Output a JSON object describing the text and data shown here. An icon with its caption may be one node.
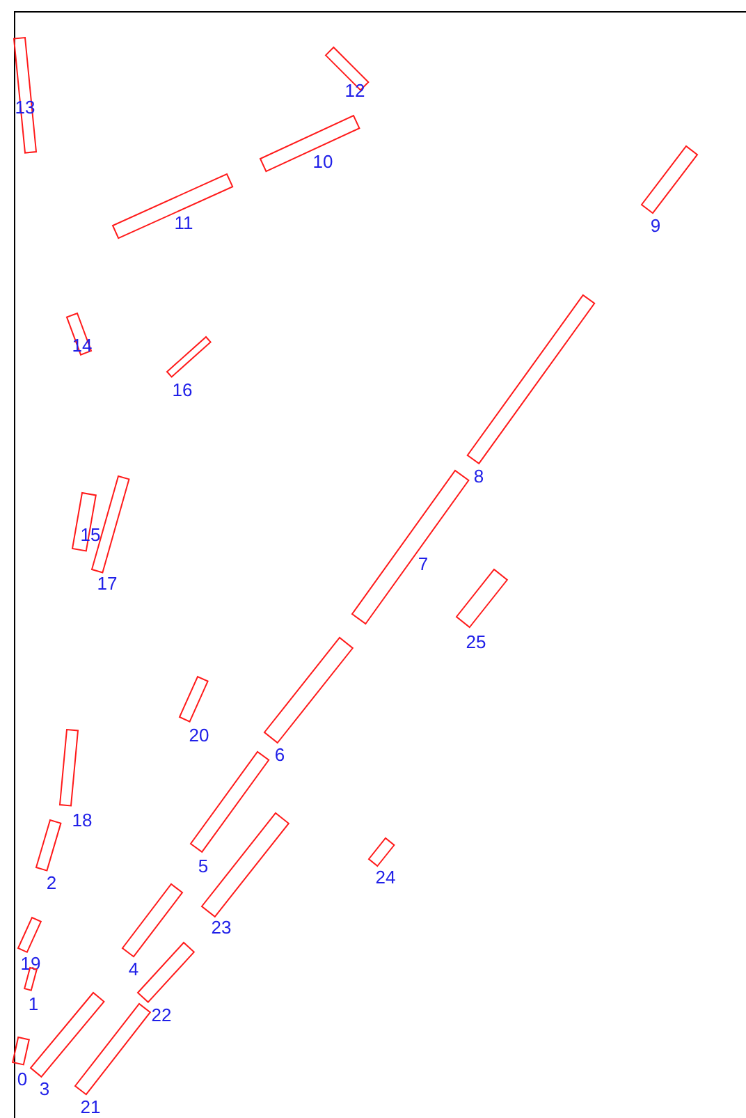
{
  "diagram": {
    "nodes": [
      {
        "text": [
          "13"
        ]
      },
      {
        "text": [
          "12"
        ]
      },
      {
        "text": [
          "10"
        ]
      },
      {
        "text": [
          "9"
        ]
      },
      {
        "text": [
          "11"
        ]
      },
      {
        "text": [
          "14"
        ]
      },
      {
        "text": [
          "16"
        ]
      },
      {
        "text": [
          "8"
        ]
      },
      {
        "text": [
          "7"
        ]
      },
      {
        "text": [
          "17"
        ]
      },
      {
        "text": [
          "15"
        ]
      },
      {
        "text": [
          "25"
        ]
      },
      {
        "text": [
          "20"
        ]
      },
      {
        "text": [
          "6"
        ]
      },
      {
        "text": [
          "18"
        ]
      },
      {
        "text": [
          "5"
        ]
      },
      {
        "text": [
          "23"
        ]
      },
      {
        "text": [
          "24"
        ]
      },
      {
        "text": [
          "2"
        ]
      },
      {
        "text": [
          "4"
        ]
      },
      {
        "text": [
          "19"
        ]
      },
      {
        "text": [
          "22"
        ]
      },
      {
        "text": [
          "1"
        ]
      },
      {
        "text": [
          "3"
        ]
      },
      {
        "text": [
          "0"
        ]
      },
      {
        "text": [
          "21"
        ]
      }
    ]
  }
}
